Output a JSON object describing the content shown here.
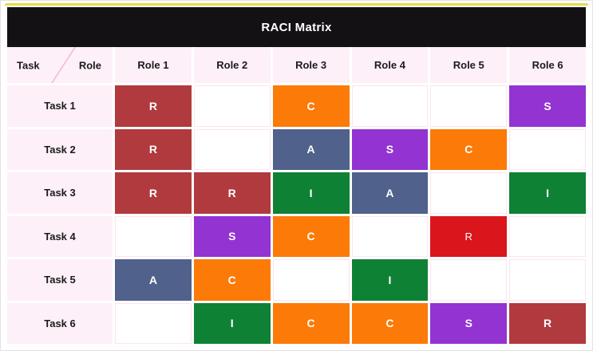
{
  "title": "RACI Matrix",
  "colors": {
    "accent_yellow": "#E8DC4D",
    "title_bar_bg": "#141114",
    "title_text": "#ffffff",
    "header_cell_bg": "#FDF0F8",
    "label_cell_bg": "#FDF0F8",
    "diagonal_line": "#F2BCD4",
    "grid_line": "#FBE4F1",
    "brick": "#B03A3D",
    "orange": "#FB7A08",
    "purple": "#9333D1",
    "blue": "#50618C",
    "green": "#0F8134",
    "red_bright": "#DA161C"
  },
  "header": {
    "task_label": "Task",
    "role_label": "Role",
    "roles": [
      "Role 1",
      "Role 2",
      "Role 3",
      "Role 4",
      "Role 5",
      "Role 6"
    ]
  },
  "rows": [
    {
      "task": "Task 1",
      "cells": [
        {
          "letter": "R",
          "color": "brick"
        },
        null,
        {
          "letter": "C",
          "color": "orange"
        },
        null,
        null,
        {
          "letter": "S",
          "color": "purple"
        }
      ]
    },
    {
      "task": "Task 2",
      "cells": [
        {
          "letter": "R",
          "color": "brick"
        },
        null,
        {
          "letter": "A",
          "color": "blue"
        },
        {
          "letter": "S",
          "color": "purple"
        },
        {
          "letter": "C",
          "color": "orange"
        },
        null
      ]
    },
    {
      "task": "Task 3",
      "cells": [
        {
          "letter": "R",
          "color": "brick"
        },
        {
          "letter": "R",
          "color": "brick"
        },
        {
          "letter": "I",
          "color": "green"
        },
        {
          "letter": "A",
          "color": "blue"
        },
        null,
        {
          "letter": "I",
          "color": "green"
        }
      ]
    },
    {
      "task": "Task 4",
      "cells": [
        null,
        {
          "letter": "S",
          "color": "purple"
        },
        {
          "letter": "C",
          "color": "orange"
        },
        null,
        {
          "letter": "R",
          "color": "red_bright",
          "light": true
        },
        null
      ]
    },
    {
      "task": "Task 5",
      "cells": [
        {
          "letter": "A",
          "color": "blue"
        },
        {
          "letter": "C",
          "color": "orange"
        },
        null,
        {
          "letter": "I",
          "color": "green"
        },
        null,
        null
      ]
    },
    {
      "task": "Task 6",
      "cells": [
        null,
        {
          "letter": "I",
          "color": "green"
        },
        {
          "letter": "C",
          "color": "orange"
        },
        {
          "letter": "C",
          "color": "orange"
        },
        {
          "letter": "S",
          "color": "purple"
        },
        {
          "letter": "R",
          "color": "brick"
        }
      ]
    }
  ]
}
